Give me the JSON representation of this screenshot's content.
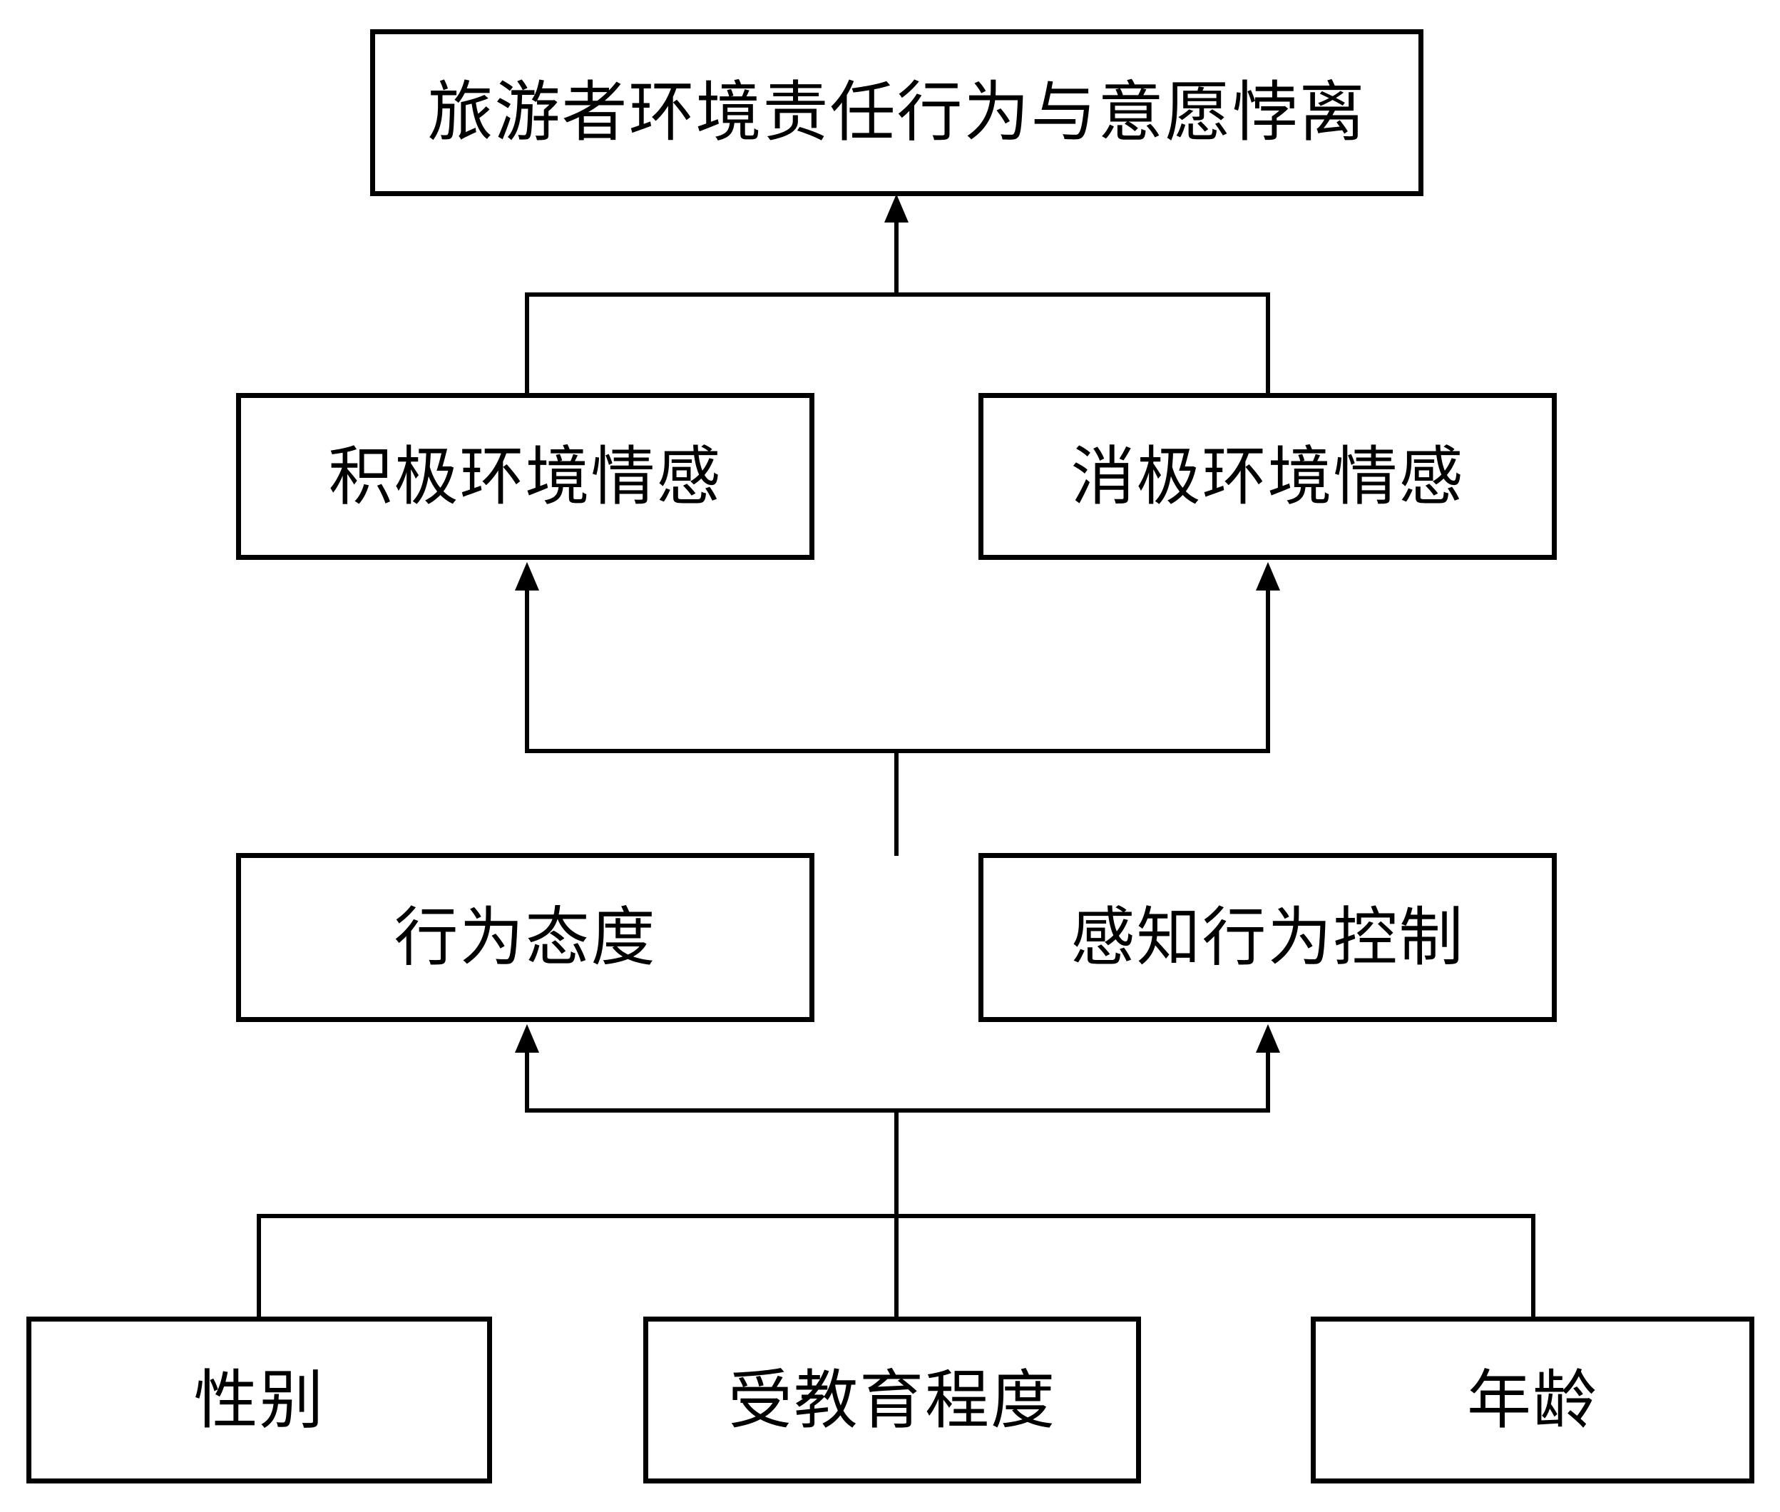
{
  "diagram": {
    "title_text": "旅游者环境责任行为与意愿悖离",
    "orientation": "bottom-up",
    "background_color": "#ffffff",
    "line_color": "#000000",
    "nodes": {
      "outcome": {
        "label": "旅游者环境责任行为与意愿悖离"
      },
      "positive_emotion": {
        "label": "积极环境情感"
      },
      "negative_emotion": {
        "label": "消极环境情感"
      },
      "attitude": {
        "label": "行为态度"
      },
      "perceived_behavioral_control": {
        "label": "感知行为控制"
      },
      "gender": {
        "label": "性别"
      },
      "education": {
        "label": "受教育程度"
      },
      "age": {
        "label": "年龄"
      }
    },
    "edges": [
      {
        "from": "positive_emotion + negative_emotion",
        "to": "outcome",
        "arrow": "up"
      },
      {
        "from": "attitude + perceived_behavioral_control",
        "to": "positive_emotion",
        "arrow": "up"
      },
      {
        "from": "attitude + perceived_behavioral_control",
        "to": "negative_emotion",
        "arrow": "up"
      },
      {
        "from": "gender + education + age",
        "to": "attitude",
        "arrow": "up"
      },
      {
        "from": "gender + education + age",
        "to": "perceived_behavioral_control",
        "arrow": "up"
      }
    ]
  }
}
